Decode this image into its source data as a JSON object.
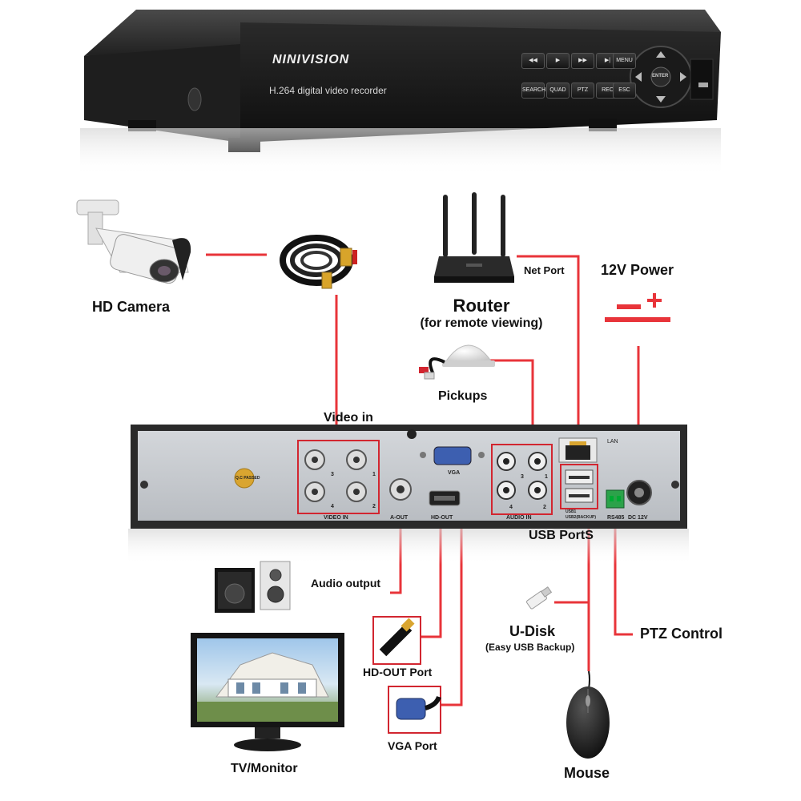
{
  "dvr": {
    "brand": "NINIVISION",
    "subtitle": "H.264 digital video recorder",
    "front_buttons_row1": [
      "◀◀",
      "▶",
      "▶▶",
      "▶|",
      "MENU"
    ],
    "front_buttons_row2": [
      "SEARCH",
      "QUAD",
      "PTZ",
      "REC",
      "ESC"
    ],
    "dpad_center": "ENTER"
  },
  "back_panel": {
    "video_in_label": "VIDEO IN",
    "video_in_numbers": [
      "3",
      "1",
      "4",
      "2"
    ],
    "audio_in_label": "AUDIO IN",
    "audio_in_numbers": [
      "3",
      "1",
      "4",
      "2"
    ],
    "a_out": "A-OUT",
    "hd_out": "HD-OUT",
    "vga": "VGA",
    "lan": "LAN",
    "rs485": "RS485",
    "dc": "DC 12V",
    "usb1": "USB1",
    "usb2": "USB2(BACKUP)",
    "qc": "Q.C PASSED"
  },
  "labels": {
    "hd_camera": "HD Camera",
    "router": "Router",
    "router_sub": "(for remote viewing)",
    "net_port": "Net Port",
    "power": "12V Power",
    "pickups": "Pickups",
    "video_in": "Video in",
    "usb_ports": "USB PortS",
    "audio_output": "Audio output",
    "u_disk": "U-Disk",
    "u_disk_sub": "(Easy USB Backup)",
    "ptz_control": "PTZ Control",
    "hd_out_port": "HD-OUT Port",
    "vga_port": "VGA Port",
    "tv_monitor": "TV/Monitor",
    "mouse": "Mouse"
  },
  "colors": {
    "connector": "#e8343a",
    "highlight": "#d22630",
    "dvr_body": "#1c1c1c",
    "back_panel": "#c9ccd0"
  }
}
